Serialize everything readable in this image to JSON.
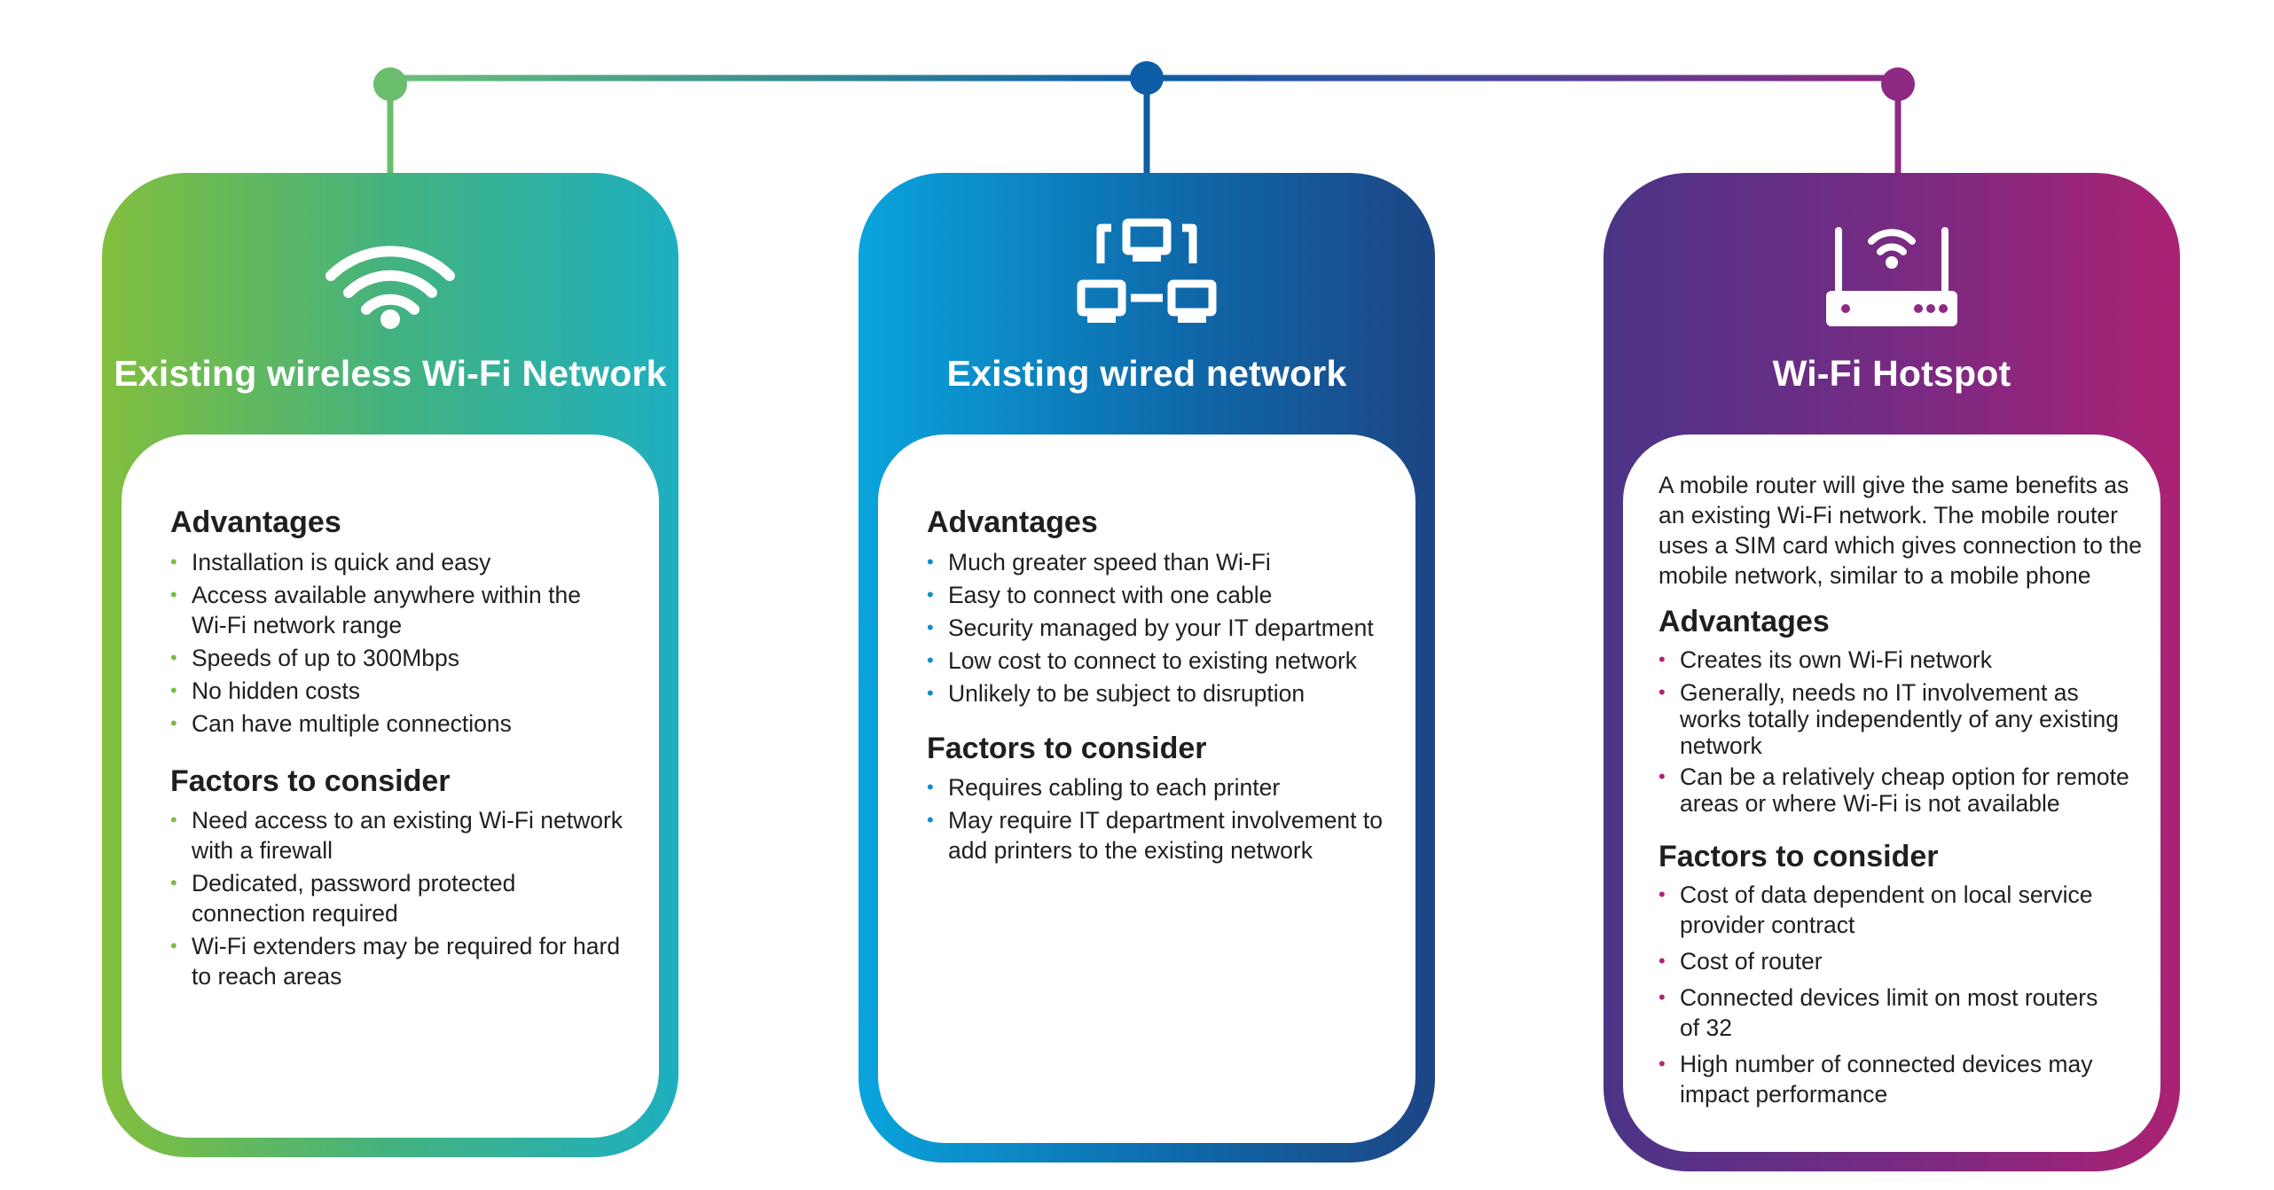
{
  "colors": {
    "green": "#6bbd5b",
    "blue": "#0d5ea6",
    "purple": "#8e2a83"
  },
  "cards": [
    {
      "icon": "wifi-icon",
      "title": "Existing wireless Wi-Fi Network",
      "advantages_title": "Advantages",
      "advantages": [
        "Installation is quick and easy",
        "Access available anywhere within the Wi-Fi network range",
        "Speeds of up to 300Mbps",
        "No hidden costs",
        "Can have multiple connections"
      ],
      "factors_title": "Factors to consider",
      "factors": [
        "Need access to an existing Wi-Fi network with a firewall",
        "Dedicated, password protected connection required",
        "Wi-Fi extenders may be required for hard to reach areas"
      ]
    },
    {
      "icon": "network-computers-icon",
      "title": "Existing wired network",
      "advantages_title": "Advantages",
      "advantages": [
        "Much greater speed than Wi-Fi",
        "Easy to connect with one cable",
        "Security managed by your IT department",
        "Low cost to connect to existing network",
        "Unlikely to be subject to disruption"
      ],
      "factors_title": "Factors to consider",
      "factors": [
        "Requires cabling to each printer",
        "May require IT department involvement to add printers to the existing network"
      ]
    },
    {
      "icon": "router-icon",
      "title": "Wi-Fi Hotspot",
      "intro": "A mobile router will give the same benefits as an existing Wi-Fi network. The mobile router uses a SIM card which gives connection to the mobile network, similar to a mobile phone",
      "advantages_title": "Advantages",
      "advantages": [
        "Creates its own Wi-Fi network",
        "Generally, needs no IT involvement as works totally independently of any existing network",
        "Can be a relatively cheap option for remote areas or where Wi-Fi is not available"
      ],
      "factors_title": "Factors to consider",
      "factors": [
        "Cost of data dependent on local service provider contract",
        "Cost of router",
        "Connected devices limit on most routers of 32",
        "High number of connected devices may impact performance"
      ]
    }
  ]
}
